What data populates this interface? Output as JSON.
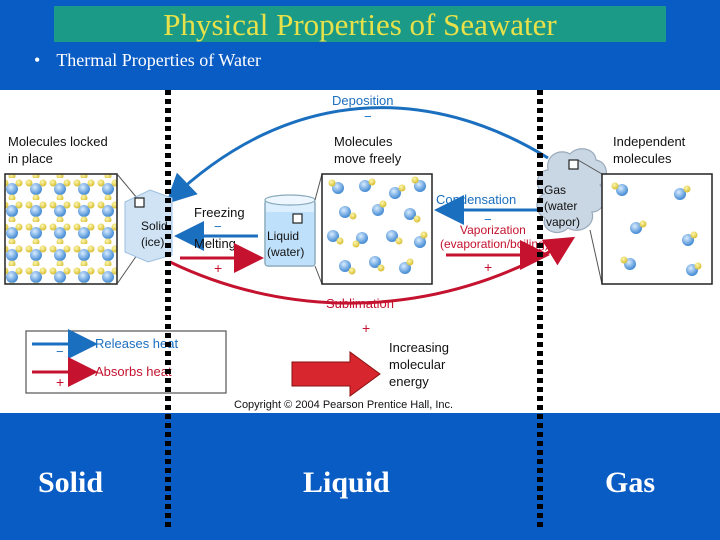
{
  "title": "Physical Properties of Seawater",
  "bullet": "Thermal Properties of Water",
  "diagram": {
    "deposition": "Deposition",
    "minus": "−",
    "plus": "+",
    "solid_box_line1": "Molecules locked",
    "solid_box_line2": "in place",
    "liquid_box_line1": "Molecules",
    "liquid_box_line2": "move freely",
    "gas_box_line1": "Independent",
    "gas_box_line2": "molecules",
    "freezing": "Freezing",
    "melting": "Melting",
    "condensation": "Condensation",
    "vaporization": "Vaporization",
    "vaporization_sub": "(evaporation/boiling)",
    "sublimation": "Sublimation",
    "solid_label1": "Solid",
    "solid_label2": "(ice)",
    "liquid_label1": "Liquid",
    "liquid_label2": "(water)",
    "gas_label1": "Gas",
    "gas_label2": "(water",
    "gas_label3": "vapor)",
    "legend_releases": "Releases heat",
    "legend_absorbs": "Absorbs heat",
    "increasing1": "Increasing",
    "increasing2": "molecular",
    "increasing3": "energy",
    "copyright": "Copyright © 2004 Pearson Prentice Hall, Inc."
  },
  "phases": {
    "solid": "Solid",
    "liquid": "Liquid",
    "gas": "Gas"
  },
  "colors": {
    "background": "#0a5cc5",
    "title_bar": "#1b9a87",
    "title_text": "#e8e14a",
    "release_arrow": "#1b6fbf",
    "absorb_arrow": "#c4122f"
  }
}
